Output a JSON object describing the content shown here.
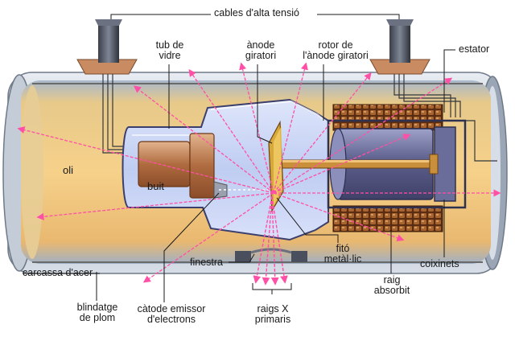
{
  "labels": {
    "high_voltage_cables": "cables d'alta tensió",
    "glass_tube": [
      "tub de",
      "vidre"
    ],
    "rotating_anode": [
      "ànode",
      "giratori"
    ],
    "anode_rotor": [
      "rotor de",
      "l'ànode giratori"
    ],
    "stator": "estator",
    "oil": "oli",
    "vacuum": "buit",
    "steel_casing": "carcassa d'acer",
    "window": "finestra",
    "metal_photon": [
      "fitó",
      "metàl·lic"
    ],
    "bearings": "coixinets",
    "absorbed_ray": [
      "raig",
      "absorbit"
    ],
    "lead_shielding": [
      "blindatge",
      "de plom"
    ],
    "electron_cathode": [
      "càtode emissor",
      "d'electrons"
    ],
    "primary_xrays": [
      "raigs X",
      "primaris"
    ]
  },
  "colors": {
    "oil_gold": "#f2c46a",
    "glass_blue": "#c8d4f4",
    "ray_pink": "#ff4fa6",
    "rotor_purple": "#6a6d9a",
    "coil_brown": "#8a4a22",
    "cathode_copper": "#b5734b"
  }
}
